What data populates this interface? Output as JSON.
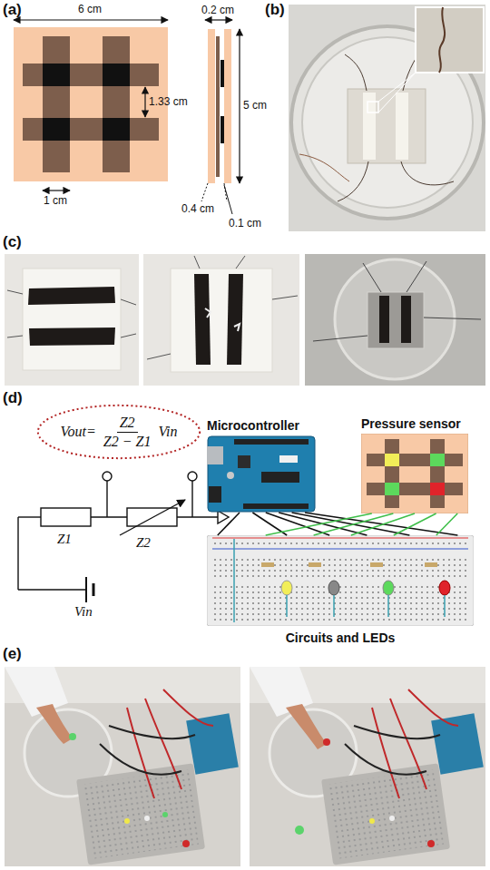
{
  "diagram": {
    "nodes": [
      {
        "text": [
          "Vout=",
          "Z2",
          "Z2 − Z1",
          "Vin"
        ]
      },
      {
        "text": [
          "Microcontroller"
        ]
      },
      {
        "text": [
          "Pressure sensor"
        ]
      },
      {
        "text": [
          "Circuits and LEDs"
        ]
      }
    ],
    "edges": [
      {
        "from": 1,
        "to": 3,
        "arrow": "none"
      },
      {
        "from": 1,
        "to": 3,
        "arrow": "none"
      },
      {
        "from": 1,
        "to": 3,
        "arrow": "none"
      },
      {
        "from": 1,
        "to": 3,
        "arrow": "none"
      },
      {
        "from": 1,
        "to": 3,
        "arrow": "none"
      },
      {
        "from": 1,
        "to": 3,
        "arrow": "none"
      },
      {
        "from": 2,
        "to": 3,
        "arrow": "none"
      },
      {
        "from": 2,
        "to": 3,
        "arrow": "none"
      },
      {
        "from": 2,
        "to": 3,
        "arrow": "none"
      },
      {
        "from": 2,
        "to": 3,
        "arrow": "none"
      },
      {
        "from": 2,
        "to": 3,
        "arrow": "none"
      }
    ],
    "labels": [
      "(a)",
      "6 cm",
      "1.33 cm",
      "1 cm",
      "0.2 cm",
      "5 cm",
      "0.4 cm",
      "0.1 cm",
      "(b)",
      "(c)",
      "(d)",
      "Z1",
      "Z2",
      "Vin",
      "(e)"
    ]
  }
}
